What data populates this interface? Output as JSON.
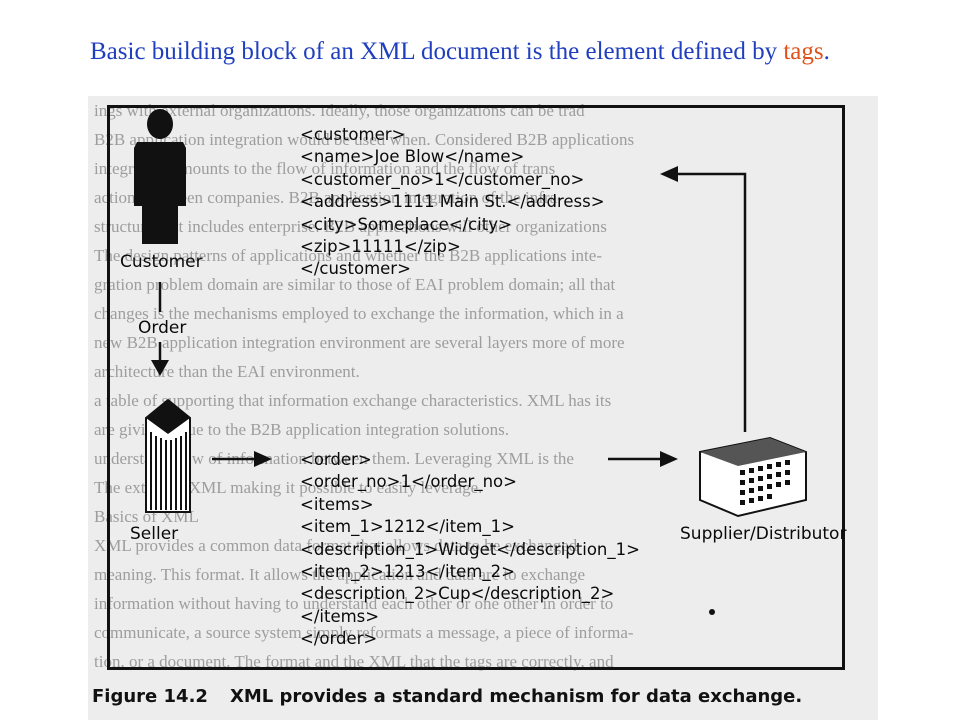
{
  "title": {
    "part1": "Basic building block of an XML document is the element defined by ",
    "accent": "tags",
    "end": "."
  },
  "figure": {
    "background_text": [
      "ings with external organizations.  Ideally, those organizations can be trad",
      "B2B application integration would be used when.  Considered B2B applications",
      "integration amounts to the flow of information and the flow of trans",
      "actions between companies.  B2B application integration  of the infra-",
      "structure that includes enterprise.  B2B applications will other organizations",
      "The design patterns of applications and whether the B2B applications inte-",
      "gration problem domain are similar to those of EAI problem domain; all that",
      "changes is the mechanisms employed to exchange the information, which in a",
      "new B2B application integration environment are several layers more of more",
      "architecture than the EAI environment.",
      "a table of supporting that information exchange characteristics.  XML has its",
      "are giving value to the B2B application integration solutions.",
      "understand flow of information between them.  Leveraging XML is the",
      "The extent of XML  making it possible to easily leverage.",
      "Basics of XML",
      "XML provides a common data format that allows data to be exchanged",
      "meaning.  This format.  It allows the application and data are to exchange",
      "information without having to understand each other or one other in order to",
      "communicate, a source system simply reformats a message, a piece of informa-",
      "tion, or a document.  The format and the XML that the tags are correctly, and"
    ],
    "customer_xml": [
      "<customer>",
      "<name>Joe Blow</name>",
      "<customer_no>1</customer_no>",
      "<address>1111 Main St.</address>",
      "<city>Someplace</city>",
      "<zip>11111</zip>",
      "</customer>"
    ],
    "order_xml": [
      "<order>",
      "<order_no>1</order_no>",
      "<items>",
      "<item_1>1212</item_1>",
      "<description_1>Widget</description_1>",
      "<item_2>1213</item_2>",
      "<description_2>Cup</description_2>",
      "</items>",
      "</order>"
    ],
    "labels": {
      "customer": "Customer",
      "order": "Order",
      "seller": "Seller",
      "supplier": "Supplier/Distributor"
    },
    "caption": {
      "number": "Figure 14.2",
      "text": "XML provides a standard mechanism for data exchange."
    }
  },
  "colors": {
    "title": "#1f3fbf",
    "accent": "#e0501a",
    "diagram_ink": "#111111",
    "background_text": "#9d9d9d"
  }
}
